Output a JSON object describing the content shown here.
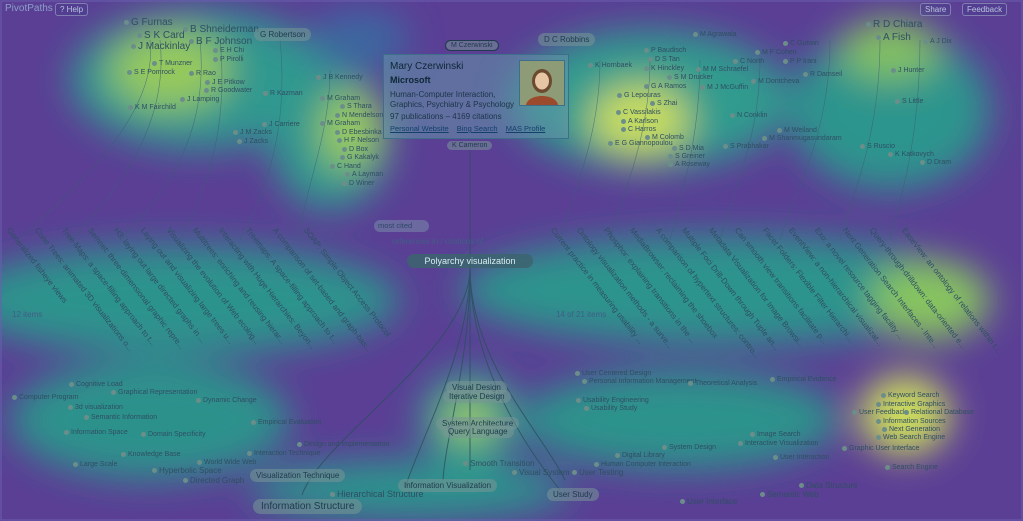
{
  "app": {
    "title": "PivotPaths",
    "help": "? Help",
    "share": "Share",
    "feedback": "Feedback"
  },
  "colors": {
    "background": "#5a3f93",
    "heat_high": "#d9e46a",
    "heat_mid": "#2fa390",
    "card": "#6a9aac"
  },
  "focus": {
    "label": "Polyarchy visualization",
    "sort_select": "most cited",
    "relation_text": "references in / citations of"
  },
  "counts": {
    "left": "12 items",
    "right": "14 of 21 items"
  },
  "card": {
    "name": "Mary Czerwinski",
    "org": "Microsoft",
    "desc": "Human-Computer Interaction, Graphics, Psychiatry & Psychology",
    "stats": "97 publications – 4169 citations",
    "link1": "Personal Website",
    "link2": "Bing Search",
    "link3": "MAS Profile",
    "tag": "M Czerwinski",
    "tag2": "K Cameron"
  },
  "authors": {
    "a1": "G Furnas",
    "a2": "S K Card",
    "a3": "J Mackinlay",
    "a4": "T Munzner",
    "a5": "S E Pomrock",
    "a6": "K M Fairchild",
    "a7": "B Shneiderman",
    "a8": "B F Johnson",
    "a9": "E H Chi",
    "a10": "P Pirolli",
    "a11": "R Rao",
    "a12": "J E Pitkow",
    "a13": "R Goodwater",
    "a14": "J Lamping",
    "a15": "G Robertson",
    "a16": "J B Kennedy",
    "a17": "R Kazman",
    "a18": "M Graham",
    "a19": "S Thara",
    "a20": "N Mendelson",
    "a21": "M Graham",
    "a22": "D Ebesbinka",
    "a23": "H F Nelson",
    "a24": "D Box",
    "a25": "G Kakalyk",
    "a26": "C Hand",
    "a27": "A Layman",
    "a28": "D Winer",
    "a29": "J Carriere",
    "a30": "J M Zacks",
    "a31": "J Zacks",
    "a32": "D C Robbins",
    "a33": "K Hornbaek",
    "a34": "P Baudisch",
    "a35": "D S Tan",
    "a36": "K Hinckley",
    "a37": "S M Drucker",
    "a38": "G A Ramos",
    "a39": "G Lepouras",
    "a40": "S Zhai",
    "a41": "C Vassilakis",
    "a42": "A Karlson",
    "a43": "C Harros",
    "a44": "M Colomb",
    "a45": "E G Giannopoulou",
    "a46": "S D Mia",
    "a47": "S Greiner",
    "a48": "A Roseway",
    "a49": "M Agrawala",
    "a50": "M F Cohen",
    "a51": "C North",
    "a52": "M M Schraefel",
    "a53": "M J McGuffin",
    "a54": "M Dontcheva",
    "a55": "C Gutwin",
    "a56": "P P Irani",
    "a57": "R Damseil",
    "a58": "N Conklin",
    "a59": "S Prabhakar",
    "a60": "M Weiland",
    "a61": "M Shanmugasundaram",
    "a62": "R D Chiara",
    "a63": "A Fish",
    "a64": "A J Dix",
    "a65": "J Hunter",
    "a66": "S Little",
    "a67": "S Ruscio",
    "a68": "K Katkovych",
    "a69": "D Dram"
  },
  "papers": {
    "p1": "Generalized fisheye views",
    "p2": "Cone Trees: animated 3D visualizations o...",
    "p3": "Tree-Maps: a space-filling approach to t...",
    "p4": "Semnet: three-dimensional graphic repre...",
    "p5": "H3: laying out large directed graphs in ...",
    "p6": "Laying out and visualizing large trees u...",
    "p7": "Visualizing the evolution of Web ecolog...",
    "p8": "Multitrees: enriching and reusing hierar...",
    "p9": "Interacting with Huge Hierarchies: Beyon...",
    "p10": "Treemaps: A space-filling approach to t...",
    "p11": "A comparison of set-based and graph-bas...",
    "p12": "SOAP: Simple Object Access Protocol",
    "p13": "Current practice in measuring usability ...",
    "p14": "Ontology visualization methods - a surve...",
    "p15": "Phosphor: explaining transitions in the ...",
    "p16": "MediaBrowser: reclaiming the shoebox",
    "p17": "A comparison of hypertext structures: contro...",
    "p18": "Multiple Foci Drill-Down through Tuple an...",
    "p19": "Metadata Visualization for Image Browsi...",
    "p20": "Can smooth view transitions facilitate p...",
    "p21": "Facet Folders: Flexible Filter Hierarchi...",
    "p22": "EventView: a non-hierarchical visualizat...",
    "p23": "Exo: a novel resource tagging facility ...",
    "p24": "Next Generation Search Interfaces - Inte...",
    "p25": "Query-through-drilldown: data-oriented e...",
    "p26": "EaseView: an ontology of relations within t..."
  },
  "terms": {
    "t1": "Cognitive Load",
    "t2": "Graphical Representation",
    "t3": "Computer Program",
    "t4": "3d visualization",
    "t5": "Semantic Information",
    "t6": "Dynamic Change",
    "t7": "Information Space",
    "t8": "Domain Specificity",
    "t9": "Empirical Evaluation",
    "t10": "Knowledge Base",
    "t11": "World Wide Web",
    "t12": "Large Scale",
    "t13": "Hyperbolic Space",
    "t14": "Design and Implementation",
    "t15": "Interaction Technique",
    "t16": "Directed Graph",
    "t17": "Visualization Technique",
    "t18": "Hierarchical Structure",
    "t19": "Information Structure",
    "t20": "Visual Design",
    "t21": "Iterative Design",
    "t22": "System Architecture",
    "t23": "Query Language",
    "t24": "Smooth Transition",
    "t25": "Information Visualization",
    "t26": "Visual System",
    "t27": "User Testing",
    "t28": "User Study",
    "t29": "User Centered Design",
    "t30": "Personal Information Management",
    "t31": "Usability Engineering",
    "t32": "Usability Study",
    "t33": "Theoretical Analysis",
    "t34": "Empirical Evidence",
    "t35": "Digital Library",
    "t36": "Human Computer Interaction",
    "t37": "System Design",
    "t38": "Image Search",
    "t39": "Interactive Visualization",
    "t40": "User Interaction",
    "t41": "User Interface",
    "t42": "Semantic Web",
    "t43": "Data Structure",
    "t44": "Keyword Search",
    "t45": "Interactive Graphics",
    "t46": "User Feedback",
    "t47": "Relational Database",
    "t48": "Information Sources",
    "t49": "Next Generation",
    "t50": "Web Search Engine",
    "t51": "Graphic User Interface",
    "t52": "Search Engine"
  }
}
